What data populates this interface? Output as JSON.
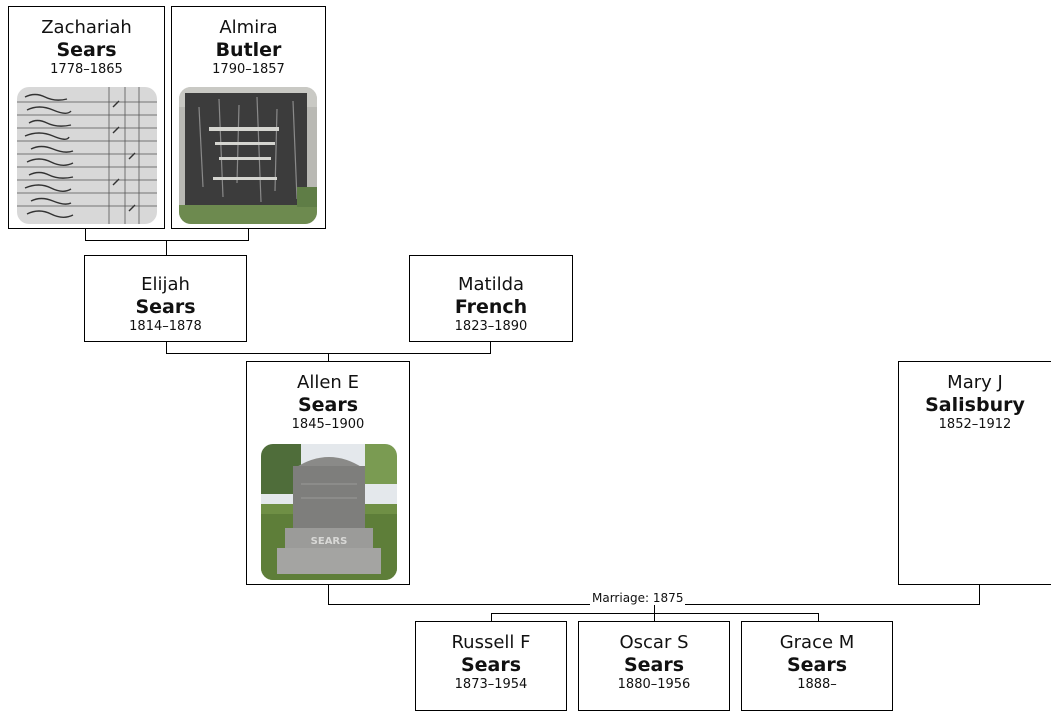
{
  "people": {
    "zachariah": {
      "given": "Zachariah",
      "surname": "Sears",
      "years": "1778–1865",
      "photo": "census-record-photo"
    },
    "almira": {
      "given": "Almira",
      "surname": "Butler",
      "years": "1790–1857",
      "photo": "gravestone-photo"
    },
    "elijah": {
      "given": "Elijah",
      "surname": "Sears",
      "years": "1814–1878"
    },
    "matilda": {
      "given": "Matilda",
      "surname": "French",
      "years": "1823–1890"
    },
    "allen": {
      "given": "Allen E",
      "surname": "Sears",
      "years": "1845–1900",
      "photo": "gravestone-photo"
    },
    "mary": {
      "given": "Mary J",
      "surname": "Salisbury",
      "years": "1852–1912"
    },
    "russell": {
      "given": "Russell F",
      "surname": "Sears",
      "years": "1873–1954"
    },
    "oscar": {
      "given": "Oscar S",
      "surname": "Sears",
      "years": "1880–1956"
    },
    "grace": {
      "given": "Grace M",
      "surname": "Sears",
      "years": "1888–"
    }
  },
  "marriage_label": "Marriage: 1875",
  "colors": {
    "line": "#000000",
    "card_border": "#000000",
    "background": "#ffffff"
  }
}
